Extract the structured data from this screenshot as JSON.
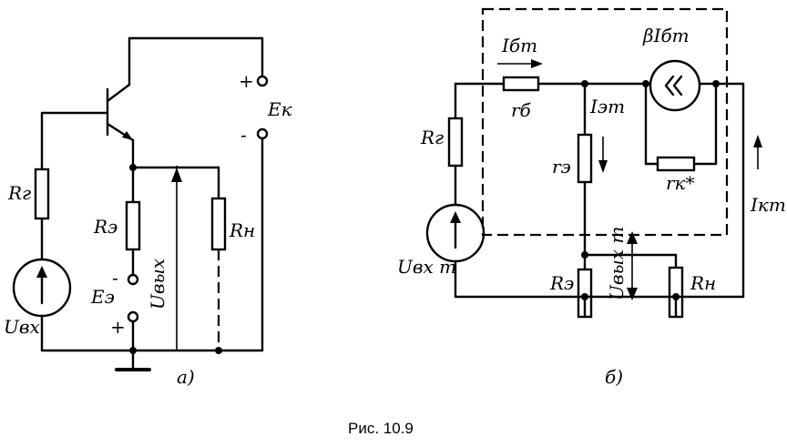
{
  "figure_caption": "Рис. 10.9",
  "circuit_a": {
    "panel_label": "а)",
    "labels": {
      "rg": "Rг",
      "re": "Rэ",
      "rn": "Rн",
      "ek": "Eк",
      "ee": "Eэ",
      "uvx": "Uвх",
      "uvyx": "Uвых",
      "plus_ek": "+",
      "minus_ek": "-",
      "minus_ee": "-",
      "plus_ee": "+"
    }
  },
  "circuit_b": {
    "panel_label": "б)",
    "labels": {
      "ibm": "Iбm",
      "beta_source": "βIбm",
      "rb": "rб",
      "iem": "Iэm",
      "re_small": "rэ",
      "rk": "rк*",
      "rg": "Rг",
      "ikm": "Iкm",
      "uvxm": "Uвх m",
      "re": "Rэ",
      "rn": "Rн",
      "uvyxm": "Uвых m"
    }
  }
}
